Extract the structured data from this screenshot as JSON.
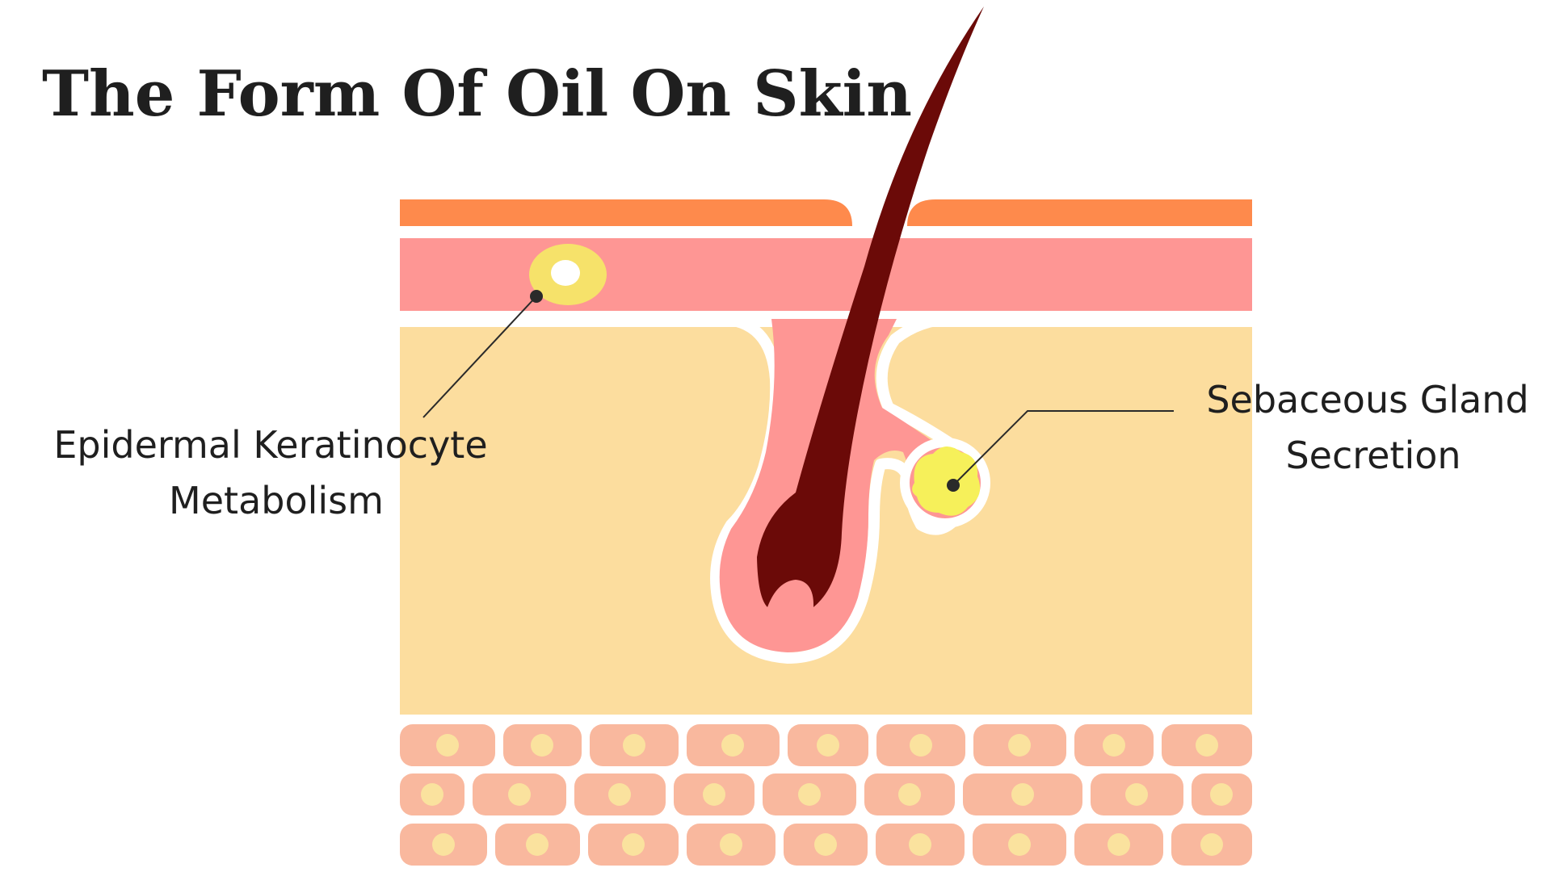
{
  "title": "The Form Of Oil On Skin",
  "labels": {
    "keratinocyte": {
      "line1": "Epidermal Keratinocyte",
      "line2": "Metabolism"
    },
    "sebaceous": {
      "line1": "Sebaceous Gland",
      "line2": "Secretion"
    }
  },
  "colors": {
    "stratum_corneum": "#fe8a4c",
    "epidermis": "#fe9694",
    "dermis": "#fcdd9e",
    "subcutaneous_cell": "#f9b89e",
    "cell_nucleus": "#fae29e",
    "hair": "#6b0a08",
    "follicle": "#fe9694",
    "oil_yellow": "#f6f05a",
    "oil_ring": "#f6e26a",
    "text": "#1f1f1f",
    "leader_line": "#2a2a2a",
    "background": "#ffffff"
  }
}
